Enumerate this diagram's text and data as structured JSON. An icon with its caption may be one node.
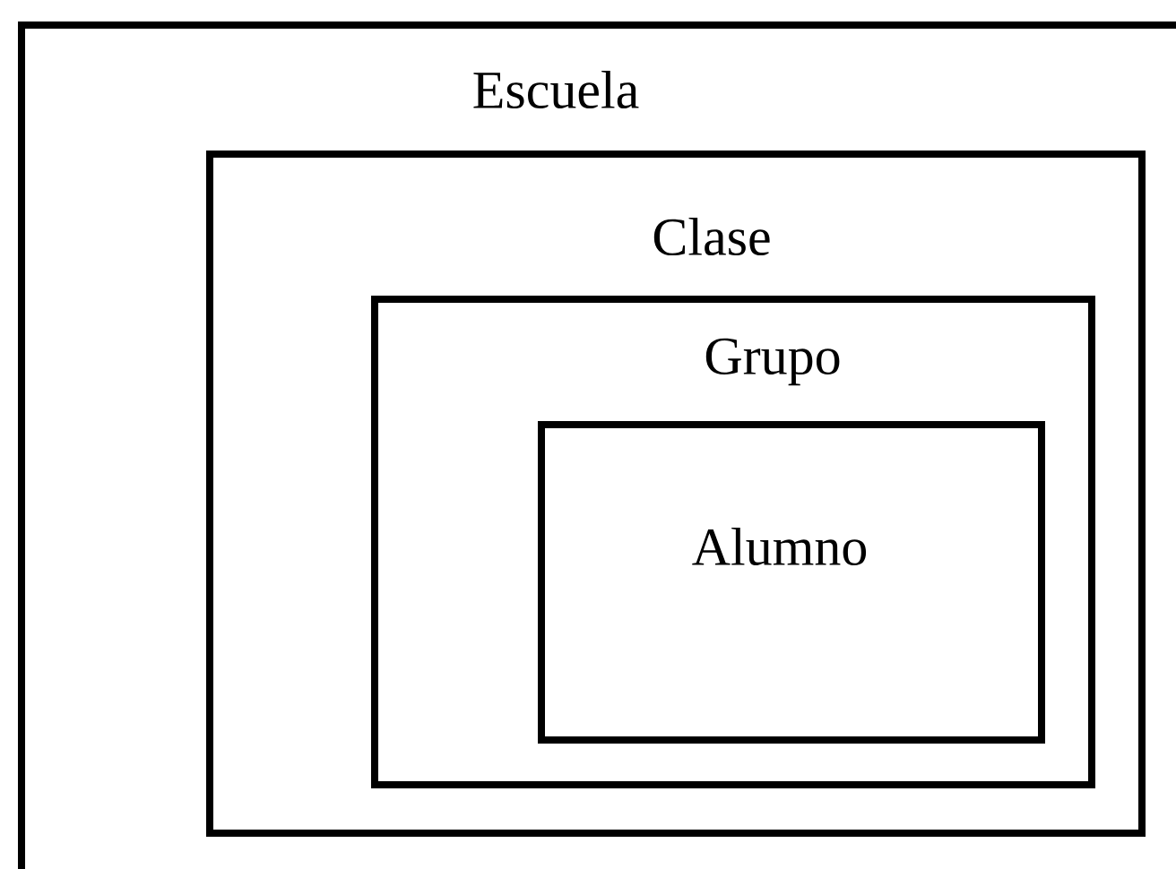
{
  "diagram": {
    "nodes": [
      {
        "text": [
          "Escuela"
        ]
      },
      {
        "text": [
          "Clase"
        ],
        "in": 0
      },
      {
        "text": [
          "Grupo"
        ],
        "in": 1
      },
      {
        "text": [
          "Alumno"
        ],
        "in": 2
      }
    ]
  }
}
